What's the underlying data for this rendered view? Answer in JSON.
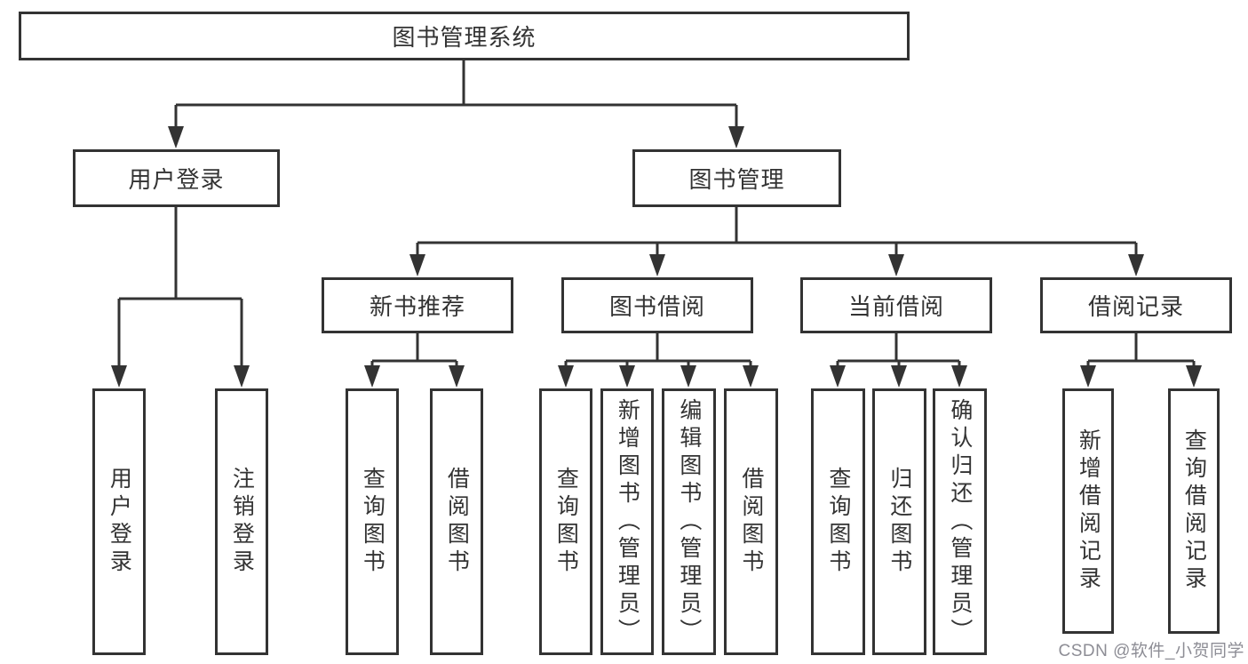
{
  "colors": {
    "line": "#333333",
    "box_border": "#333333",
    "text": "#333333",
    "background": "#ffffff",
    "watermark": "#8d8d95"
  },
  "watermark": "CSDN @软件_小贺同学",
  "tree": {
    "label": "图书管理系统",
    "children": [
      {
        "label": "用户登录",
        "children": [
          {
            "label": "用户登录"
          },
          {
            "label": "注销登录"
          }
        ]
      },
      {
        "label": "图书管理",
        "children": [
          {
            "label": "新书推荐",
            "children": [
              {
                "label": "查询图书"
              },
              {
                "label": "借阅图书"
              }
            ]
          },
          {
            "label": "图书借阅",
            "children": [
              {
                "label": "查询图书"
              },
              {
                "label": "新增图书（管理员）"
              },
              {
                "label": "编辑图书（管理员）"
              },
              {
                "label": "借阅图书"
              }
            ]
          },
          {
            "label": "当前借阅",
            "children": [
              {
                "label": "查询图书"
              },
              {
                "label": "归还图书"
              },
              {
                "label": "确认归还（管理员）"
              }
            ]
          },
          {
            "label": "借阅记录",
            "children": [
              {
                "label": "新增借阅记录"
              },
              {
                "label": "查询借阅记录"
              }
            ]
          }
        ]
      }
    ]
  }
}
